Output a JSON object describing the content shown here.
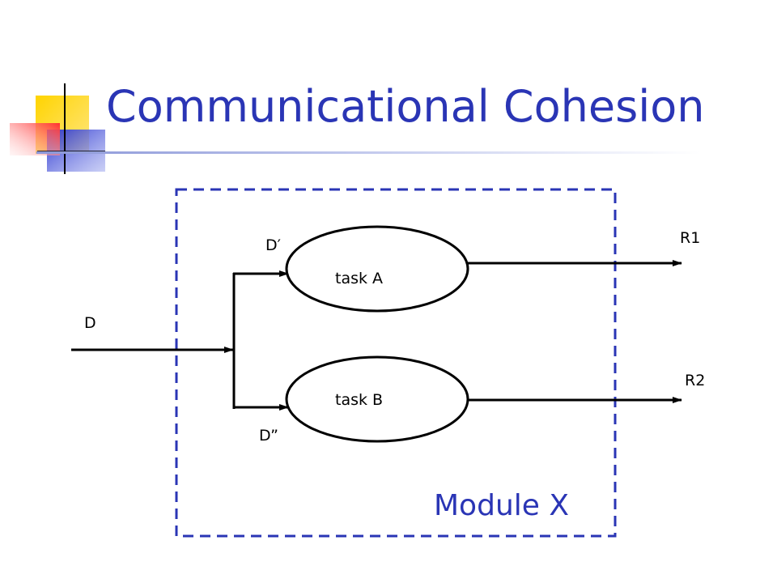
{
  "slide": {
    "title": "Communicational Cohesion",
    "accent_color": "#2a35b5"
  },
  "diagram": {
    "input_label": "D",
    "branch_top_label": "D′",
    "branch_bottom_label": "D”",
    "task_a_label": "task A",
    "task_b_label": "task B",
    "result_1_label": "R1",
    "result_2_label": "R2",
    "module_label": "Module X"
  }
}
